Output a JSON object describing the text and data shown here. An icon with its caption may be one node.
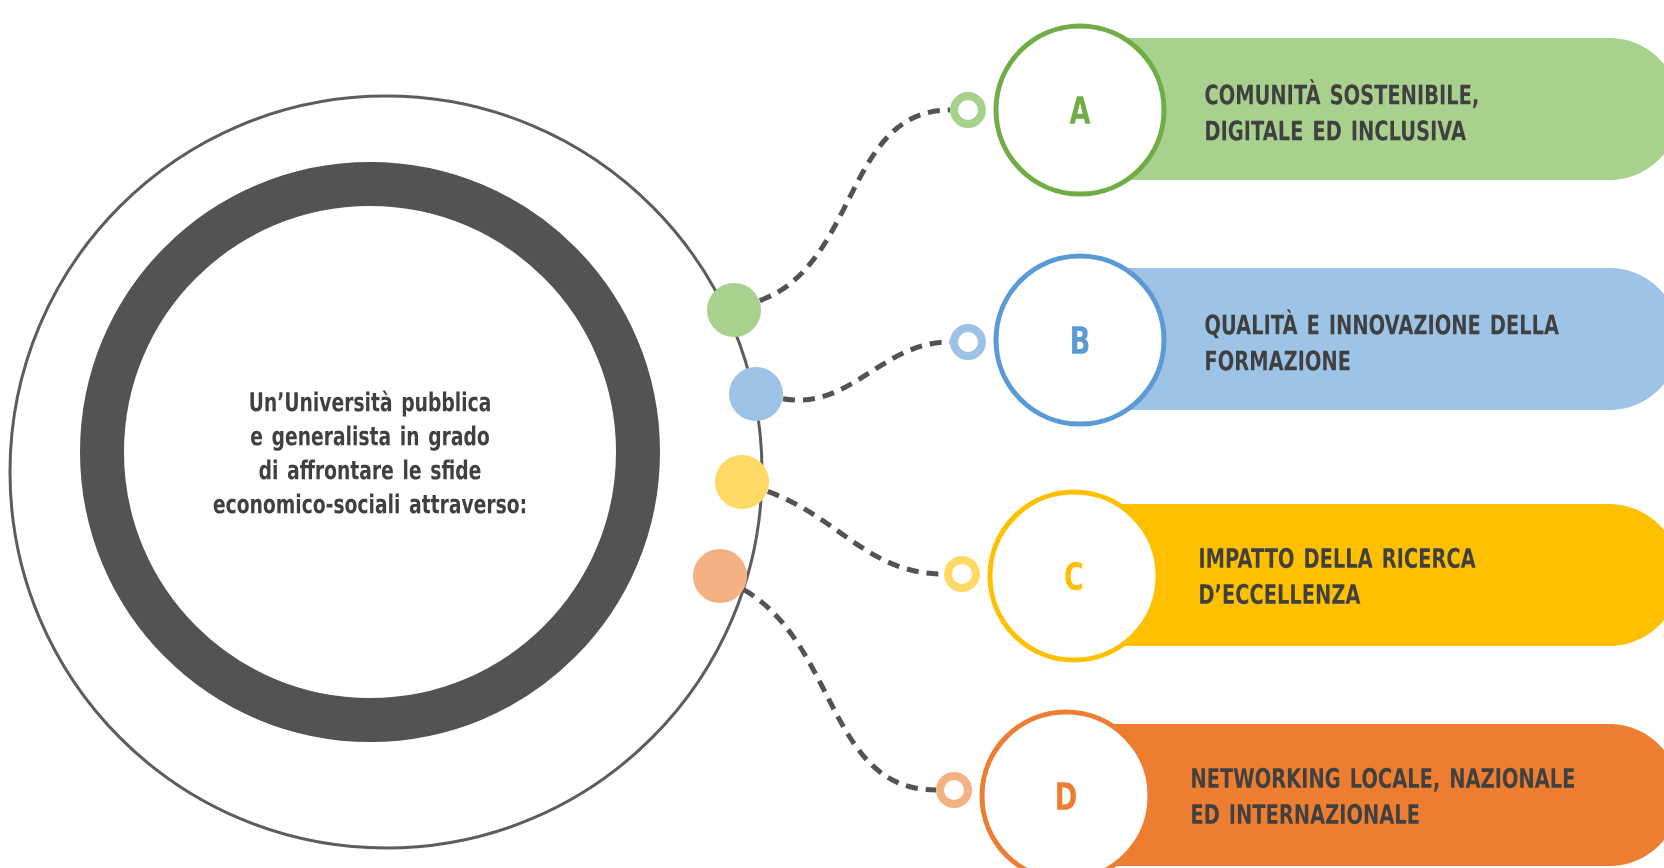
{
  "diagram": {
    "nodes": [
      {
        "text": [
          "Un’Università pubblica e generalista in grado di affrontare le sfide economico-sociali attraverso:"
        ]
      },
      {
        "text": [],
        "shape": "circle"
      },
      {
        "text": [],
        "shape": "circle"
      },
      {
        "text": [],
        "shape": "circle"
      },
      {
        "text": [],
        "shape": "circle"
      },
      {
        "text": [],
        "shape": "circle"
      },
      {
        "text": [],
        "shape": "circle"
      },
      {
        "text": [],
        "shape": "circle"
      },
      {
        "text": [],
        "shape": "circle"
      },
      {
        "text": [
          "A"
        ]
      },
      {
        "text": [
          "COMUNITÀ SOSTENIBILE, DIGITALE ED INCLUSIVA"
        ]
      },
      {
        "text": [
          "B"
        ]
      },
      {
        "text": [
          "QUALITÀ E INNOVAZIONE DELLA FORMAZIONE"
        ]
      },
      {
        "text": [
          "C"
        ]
      },
      {
        "text": [
          "IMPATTO DELLA RICERCA D’ECCELLENZA"
        ]
      },
      {
        "text": [
          "D"
        ]
      },
      {
        "text": [
          "NETWORKING LOCALE, NAZIONALE ED INTERNAZIONALE"
        ]
      }
    ],
    "edges": [
      {
        "from": 1,
        "to": 5,
        "arrow": "none",
        "style": "dashed"
      },
      {
        "from": 2,
        "to": 6,
        "arrow": "none",
        "style": "dashed"
      },
      {
        "from": 3,
        "to": 7,
        "arrow": "none",
        "style": "dashed"
      },
      {
        "from": 4,
        "to": 8,
        "arrow": "none",
        "style": "dashed"
      }
    ]
  }
}
